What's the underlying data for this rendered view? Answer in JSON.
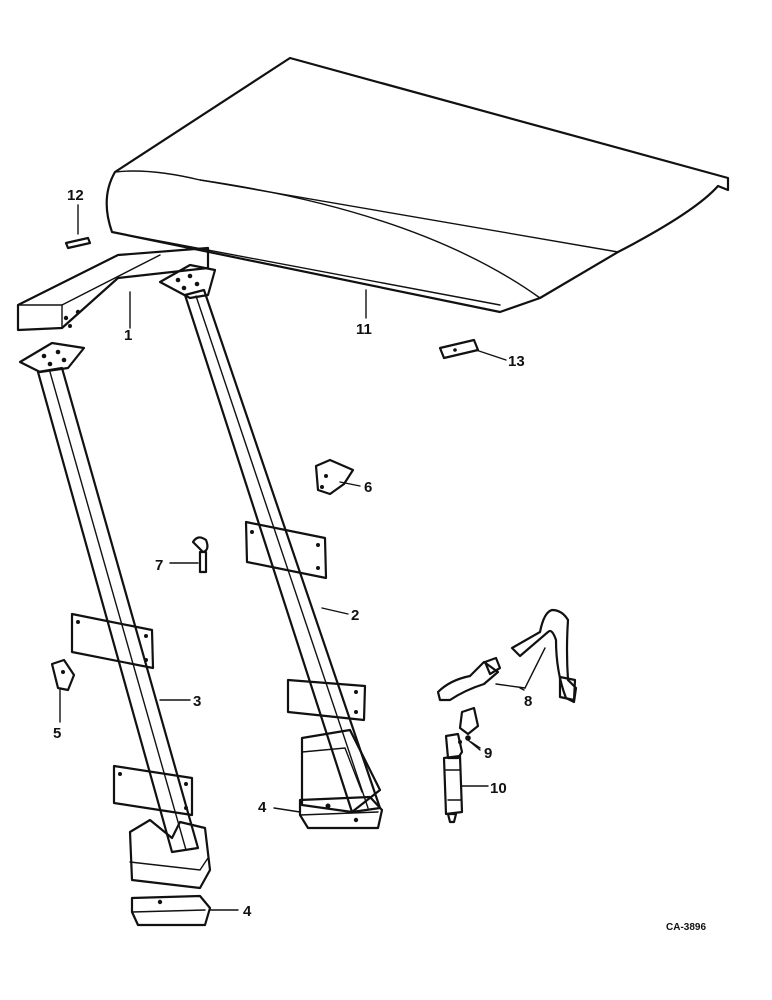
{
  "labels": {
    "l1": "1",
    "l2": "2",
    "l3": "3",
    "l4a": "4",
    "l4b": "4",
    "l5": "5",
    "l6": "6",
    "l7": "7",
    "l8": "8",
    "l9": "9",
    "l10": "10",
    "l11": "11",
    "l12": "12",
    "l13": "13"
  },
  "drawing_code": "CA-3896"
}
